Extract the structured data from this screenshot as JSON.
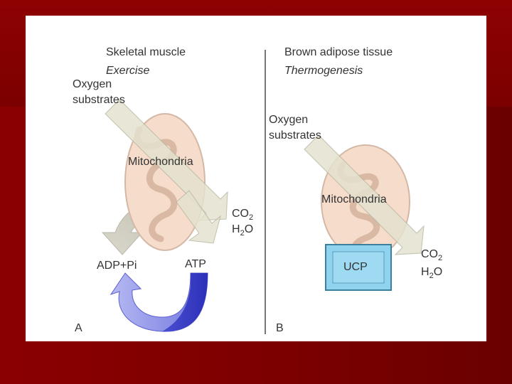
{
  "panel_a": {
    "title": "Skeletal muscle",
    "subtitle": "Exercise",
    "input_line1": "Oxygen",
    "input_line2": "substrates",
    "organelle": "Mitochondria",
    "output_co2_base": "CO",
    "output_co2_sub": "2",
    "output_h2o_h": "H",
    "output_h2o_sub": "2",
    "output_h2o_o": "O",
    "adp_label": "ADP+Pi",
    "atp_label": "ATP",
    "panel_letter": "A"
  },
  "panel_b": {
    "title": "Brown adipose tissue",
    "subtitle": "Thermogenesis",
    "input_line1": "Oxygen",
    "input_line2": "substrates",
    "organelle": "Mitochondria",
    "protein": "UCP",
    "output_co2_base": "CO",
    "output_co2_sub": "2",
    "output_h2o_h": "H",
    "output_h2o_sub": "2",
    "output_h2o_o": "O",
    "panel_letter": "B"
  },
  "colors": {
    "slide_background": "#7a0000",
    "mitochondria_fill": "#f6dccb",
    "arrow_fill": "#e4e2cf",
    "cycle_light": "#8f95e8",
    "cycle_dark": "#3c40c8",
    "ucp_fill": "#8fd3ef"
  }
}
